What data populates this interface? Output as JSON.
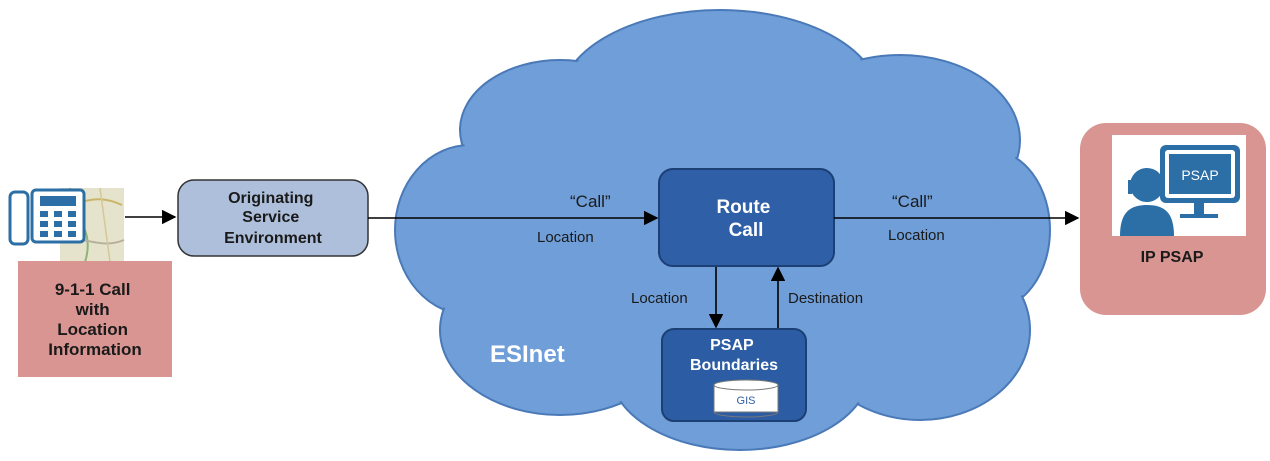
{
  "caller": {
    "label_lines": [
      "9-1-1 Call",
      "with",
      "Location",
      "Information"
    ],
    "icon": "desk-phone-icon",
    "map_icon": "map-thumbnail-icon"
  },
  "originating": {
    "label_lines": [
      "Originating",
      "Service",
      "Environment"
    ]
  },
  "cloud": {
    "label": "ESInet"
  },
  "route_call": {
    "label_lines": [
      "Route",
      "Call"
    ]
  },
  "psap_boundaries": {
    "label_lines": [
      "PSAP",
      "Boundaries"
    ],
    "db_label": "GIS"
  },
  "ip_psap": {
    "label": "IP PSAP",
    "screen_label": "PSAP",
    "icon": "operator-monitor-icon"
  },
  "edges": {
    "in_call": "“Call”",
    "in_location": "Location",
    "out_call": "“Call”",
    "out_location": "Location",
    "down_location": "Location",
    "up_destination": "Destination"
  },
  "colors": {
    "cloud_fill": "#6f9ed8",
    "cloud_stroke": "#4a79b8",
    "route_fill": "#2e5fa7",
    "boundaries_fill": "#2c5da4",
    "originating_fill": "#aebfdb",
    "caller_fill": "#d99592",
    "psap_fill": "#d99592",
    "phone_blue": "#2b6fa6"
  }
}
